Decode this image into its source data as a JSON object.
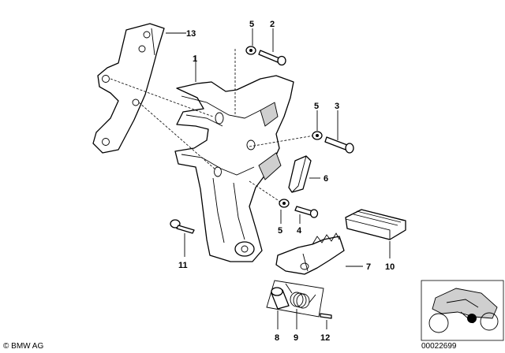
{
  "callouts": {
    "c1": "1",
    "c2": "2",
    "c3": "3",
    "c4": "4",
    "c5a": "5",
    "c5b": "5",
    "c5c": "5",
    "c6": "6",
    "c7": "7",
    "c8": "8",
    "c9": "9",
    "c10": "10",
    "c11": "11",
    "c12": "12",
    "c13": "13"
  },
  "footer": {
    "brand": "© BMW AG",
    "drawing_number": "00022699"
  }
}
